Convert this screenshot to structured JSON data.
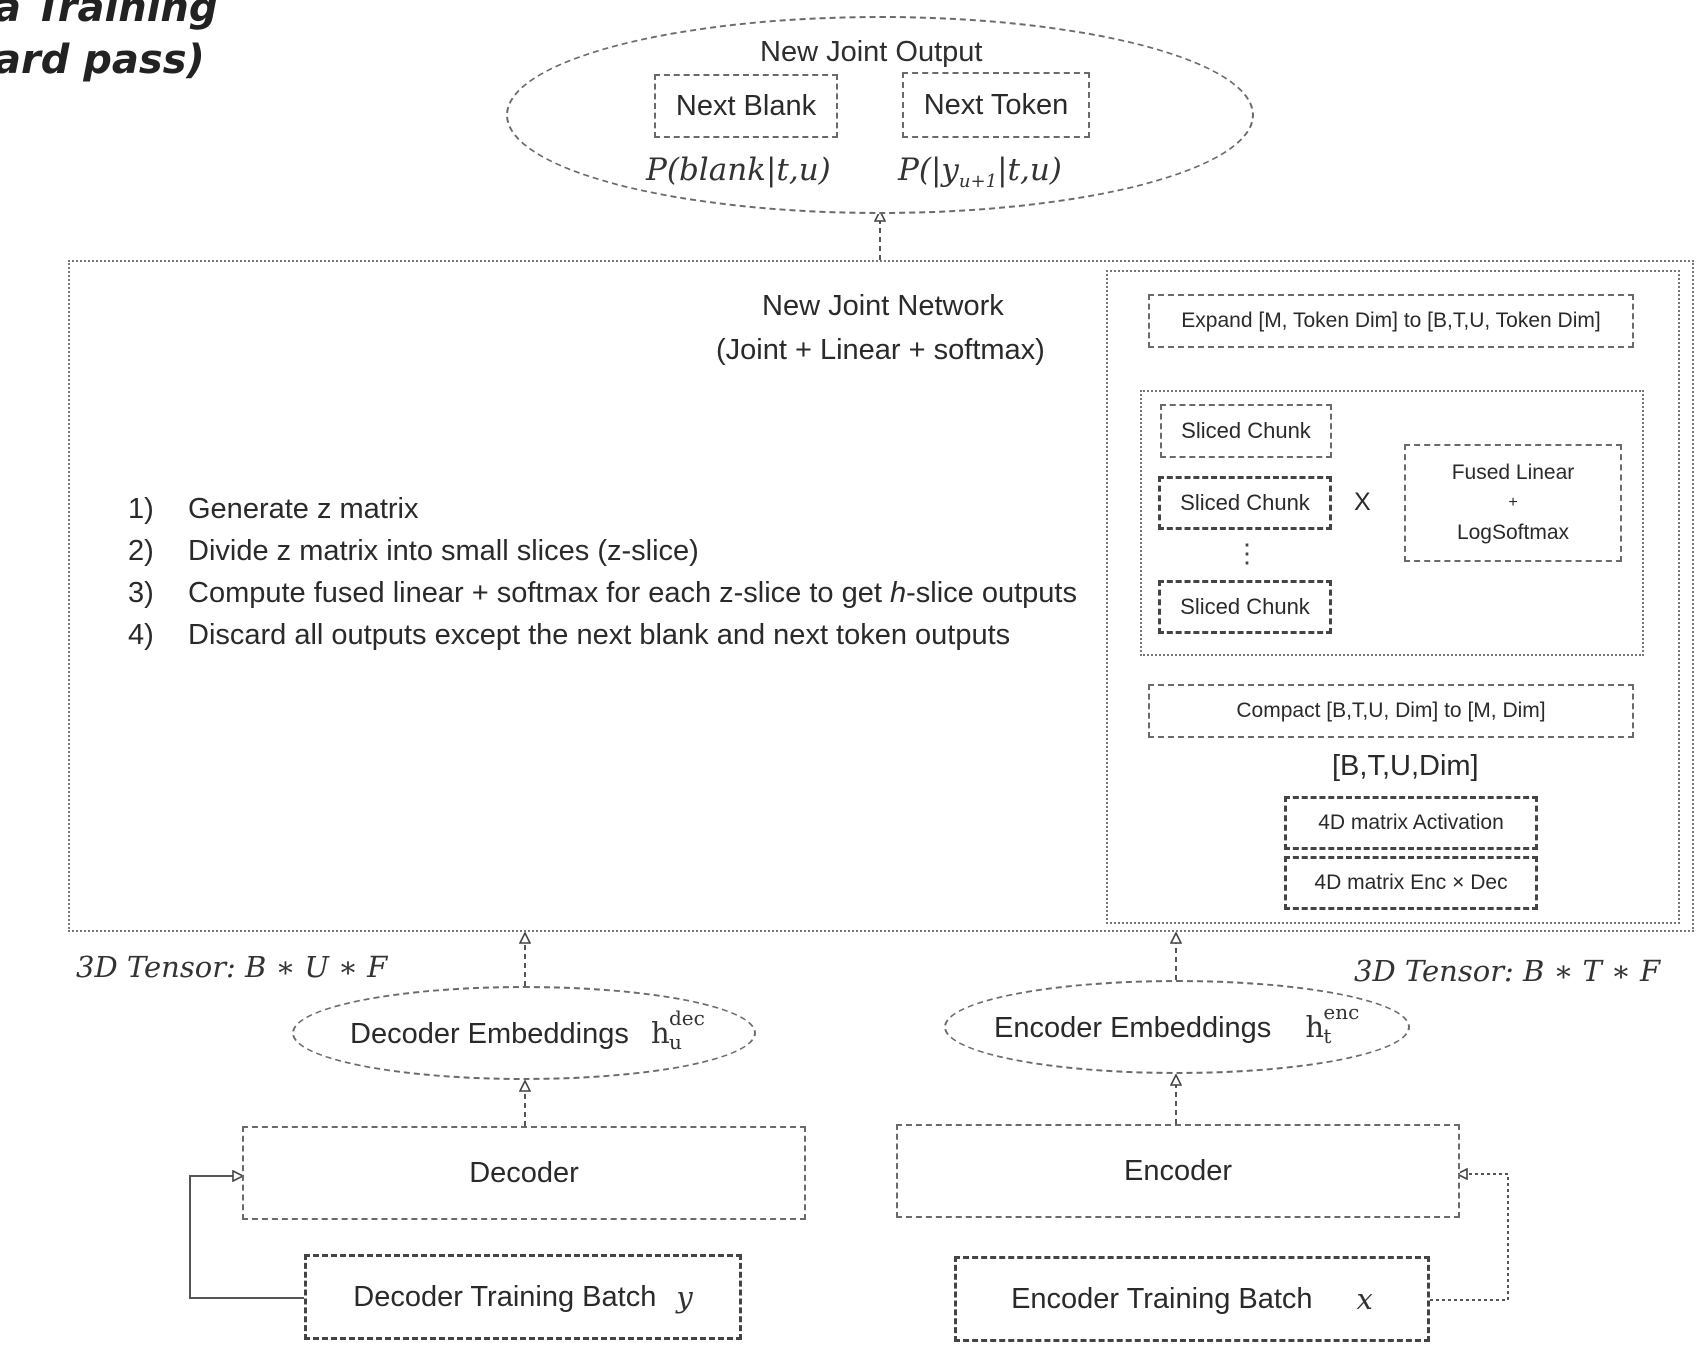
{
  "heading": {
    "line1": "a Training",
    "line2": "ard pass)"
  },
  "joint_output": {
    "title": "New Joint Output",
    "next_blank": "Next Blank",
    "next_token": "Next Token",
    "blank_formula": "P(blank|t,u)",
    "token_formula": "P(|y",
    "token_sub": "u+1",
    "token_formula_tail": "|t,u)"
  },
  "joint_network": {
    "title_line1": "New Joint Network",
    "title_line2": "(Joint + Linear + softmax)",
    "steps": [
      {
        "num": "1)",
        "text": "Generate z matrix"
      },
      {
        "num": "2)",
        "text": "Divide z matrix into small slices (z-slice)"
      },
      {
        "num": "3)",
        "text": "Compute fused linear + softmax for each z-slice to get ",
        "em": "h",
        "tail": "-slice outputs"
      },
      {
        "num": "4)",
        "text": "Discard all outputs except the next blank and next token outputs"
      }
    ]
  },
  "inner_panel": {
    "expand": "Expand [M, Token Dim] to [B,T,U, Token Dim]",
    "chunk_labels": [
      "Sliced Chunk",
      "Sliced Chunk",
      "Sliced Chunk"
    ],
    "chunk_dots": "⋮",
    "times": "X",
    "fused_line1": "Fused Linear",
    "fused_plus": "+",
    "fused_line2": "LogSoftmax",
    "compact": "Compact [B,T,U, Dim] to [M, Dim]",
    "shape": "[B,T,U,Dim]",
    "activation": "4D matrix Activation",
    "enc_dec": "4D matrix Enc × Dec"
  },
  "decoder_side": {
    "tensor": "3D Tensor: B ∗ U ∗ F",
    "embeddings": "Decoder Embeddings",
    "emb_symbol": "h",
    "emb_sup": "dec",
    "emb_sub": "u",
    "block": "Decoder",
    "batch": "Decoder Training Batch",
    "batch_var": "y"
  },
  "encoder_side": {
    "tensor": "3D Tensor: B ∗ T ∗ F",
    "embeddings": "Encoder Embeddings",
    "emb_symbol": "h",
    "emb_sup": "enc",
    "emb_sub": "t",
    "block": "Encoder",
    "batch": "Encoder Training Batch",
    "batch_var": "x"
  }
}
